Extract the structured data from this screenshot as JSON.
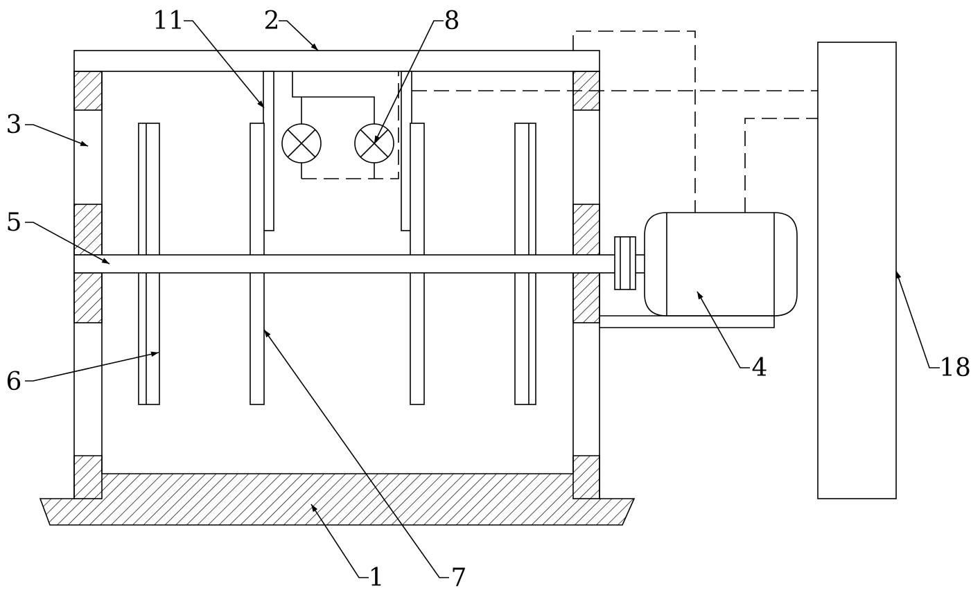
{
  "labels": {
    "base": "1",
    "lid": "2",
    "housing_wall": "3",
    "motor": "4",
    "main_shaft": "5",
    "outer_paddle": "6",
    "inner_paddle": "7",
    "heater": "8",
    "hanging_plate": "11",
    "control_cabinet": "18"
  },
  "colors": {
    "line": "#000000",
    "background": "#ffffff"
  }
}
